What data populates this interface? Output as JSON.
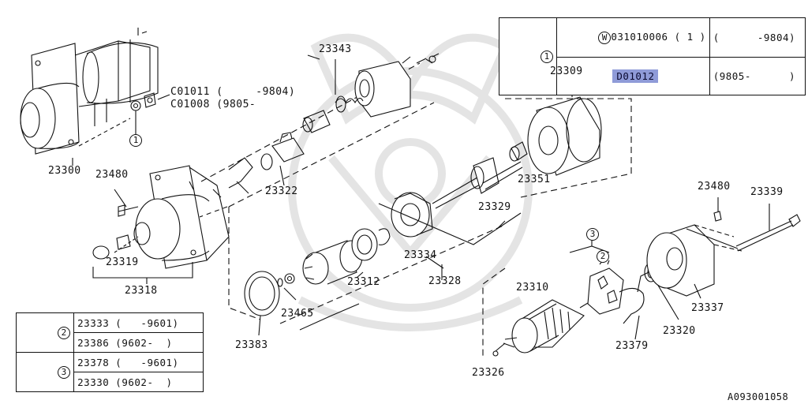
{
  "top_table": {
    "ref_marker": "1",
    "row1_w_marker": "W",
    "row1_part": "031010006 ( 1 )",
    "row1_range": "(      -9804)",
    "row2_part": "D01012",
    "row2_range": "(9805-      )"
  },
  "labels": {
    "p23343": "23343",
    "c01011": "C01011 (     -9804)",
    "c01008": "C01008 (9805-",
    "p23309": "23309",
    "p23300": "23300",
    "p23480a": "23480",
    "p23322": "23322",
    "p23351": "23351",
    "p23329": "23329",
    "p23480b": "23480",
    "p23339": "23339",
    "p23319": "23319",
    "p23318": "23318",
    "p23334": "23334",
    "p23328": "23328",
    "p23312": "23312",
    "p23310": "23310",
    "p23337": "23337",
    "p23465": "23465",
    "p23383": "23383",
    "p23320": "23320",
    "p23379": "23379",
    "p23326": "23326",
    "ref1": "1",
    "ref2": "2",
    "ref3": "3",
    "figure_id": "A093001058"
  },
  "bottom_table": {
    "marker2": "2",
    "row1": "23333 (   -9601)",
    "row2": "23386 (9602-  )",
    "marker3": "3",
    "row3": "23378 (   -9601)",
    "row4": "23330 (9602-  )"
  }
}
